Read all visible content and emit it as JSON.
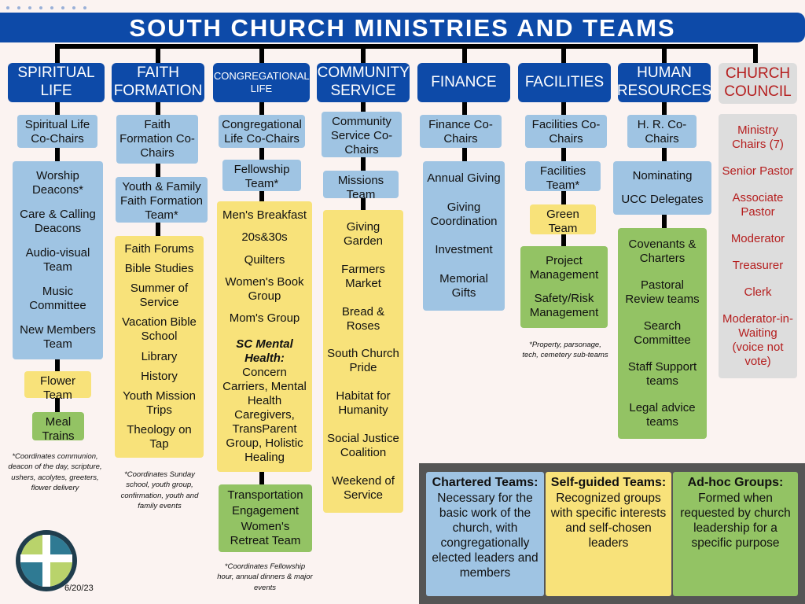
{
  "title": "SOUTH CHURCH MINISTRIES AND TEAMS",
  "date": "6/20/23",
  "columns": [
    {
      "header": "SPIRITUAL LIFE",
      "chairs": "Spiritual Life Co-Chairs",
      "chartered": [
        "Worship Deacons*",
        "Care & Calling Deacons",
        "Audio-visual Team",
        "Music Committee",
        "New Members Team"
      ],
      "self_guided": [
        "Flower Team"
      ],
      "adhoc": [
        "Meal Trains"
      ],
      "note": "*Coordinates communion, deacon of the day, scripture, ushers, acolytes, greeters, flower delivery"
    },
    {
      "header": "FAITH FORMATION",
      "chairs": "Faith Formation Co-Chairs",
      "chartered": [
        "Youth & Family Faith Formation Team*"
      ],
      "self_guided": [
        "Faith Forums",
        "Bible Studies",
        "Summer of Service",
        "Vacation Bible School",
        "Library",
        "History",
        "Youth Mission Trips",
        "Theology on Tap"
      ],
      "note": "*Coordinates Sunday school, youth group, confirmation, youth and family events"
    },
    {
      "header": "CONGREGATIONAL LIFE",
      "chairs": "Congregational Life Co-Chairs",
      "chartered": [
        "Fellowship Team*"
      ],
      "self_guided": [
        "Men's Breakfast",
        "20s&30s",
        "Quilters",
        "Women's Book Group",
        "Mom's Group"
      ],
      "mental_health_title": "SC Mental Health:",
      "mental_health": "Concern Carriers, Mental Health Caregivers, TransParent Group, Holistic Healing",
      "adhoc": [
        "Transportation",
        "Engagement",
        "Women's Retreat Team"
      ],
      "note": "*Coordinates Fellowship hour, annual dinners & major events"
    },
    {
      "header": "COMMUNITY SERVICE",
      "chairs": "Community Service Co-Chairs",
      "chartered": [
        "Missions Team"
      ],
      "self_guided": [
        "Giving Garden",
        "Farmers Market",
        "Bread & Roses",
        "South Church Pride",
        "Habitat for Humanity",
        "Social Justice Coalition",
        "Weekend of Service"
      ]
    },
    {
      "header": "FINANCE",
      "chairs": "Finance Co-Chairs",
      "chartered": [
        "Annual Giving",
        "Giving Coordination",
        "Investment",
        "Memorial Gifts"
      ]
    },
    {
      "header": "FACILITIES",
      "chairs": "Facilities Co-Chairs",
      "chartered": [
        "Facilities Team*"
      ],
      "self_guided": [
        "Green Team"
      ],
      "adhoc": [
        "Project Management",
        "Safety/Risk Management"
      ],
      "note": "*Property, parsonage, tech, cemetery sub-teams"
    },
    {
      "header": "HUMAN RESOURCES",
      "chairs": "H. R. Co-Chairs",
      "chartered": [
        "Nominating",
        "UCC Delegates"
      ],
      "adhoc": [
        "Covenants & Charters",
        "Pastoral Review teams",
        "Search Committee",
        "Staff Support teams",
        "Legal advice teams"
      ]
    },
    {
      "header": "CHURCH COUNCIL",
      "members": [
        "Ministry Chairs (7)",
        "Senior Pastor",
        "Associate Pastor",
        "Moderator",
        "Treasurer",
        "Clerk",
        "Moderator-in-Waiting (voice not vote)"
      ]
    }
  ],
  "legend": [
    {
      "title": "Chartered Teams:",
      "text": "Necessary for the basic work of the church, with congregationally elected leaders and members",
      "color": "#9fc4e3"
    },
    {
      "title": "Self-guided Teams:",
      "text": "Recognized groups with specific interests and self-chosen leaders",
      "color": "#f8e27a"
    },
    {
      "title": "Ad-hoc Groups:",
      "text": "Formed when requested by church leadership for a specific purpose",
      "color": "#93c364"
    }
  ],
  "colors": {
    "header": "#0d4aa8",
    "chartered": "#9fc4e3",
    "self_guided": "#f8e27a",
    "adhoc": "#93c364",
    "council": "#b51e1e"
  },
  "logo_icon": "cross-logo-icon"
}
